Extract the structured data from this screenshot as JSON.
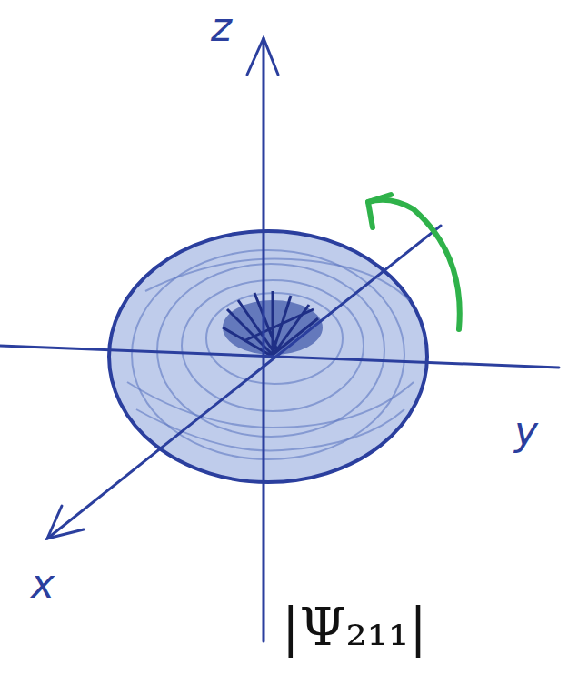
{
  "diagram": {
    "labels": [
      "z",
      "y",
      "x",
      "|Ψ₂₁₁|"
    ]
  }
}
